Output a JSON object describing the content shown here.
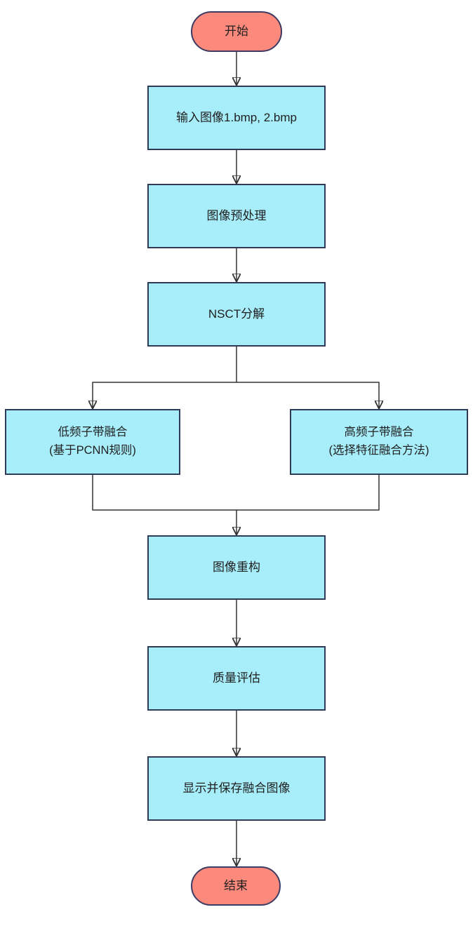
{
  "flowchart": {
    "nodes": {
      "start": {
        "label": "开始"
      },
      "input": {
        "label": "输入图像1.bmp, 2.bmp"
      },
      "preprocess": {
        "label": "图像预处理"
      },
      "nsct": {
        "label": "NSCT分解"
      },
      "low_freq": {
        "line1": "低频子带融合",
        "line2": "(基于PCNN规则)"
      },
      "high_freq": {
        "line1": "高频子带融合",
        "line2": "(选择特征融合方法)"
      },
      "reconstruct": {
        "label": "图像重构"
      },
      "quality": {
        "label": "质量评估"
      },
      "save": {
        "label": "显示并保存融合图像"
      },
      "end": {
        "label": "结束"
      }
    },
    "colors": {
      "terminal_fill": "#FB8A7D",
      "terminal_border": "#3D3B63",
      "process_fill": "#A7EEFA",
      "process_border": "#2E3A56",
      "connector": "#333333",
      "text": "#1F1F1F"
    }
  }
}
